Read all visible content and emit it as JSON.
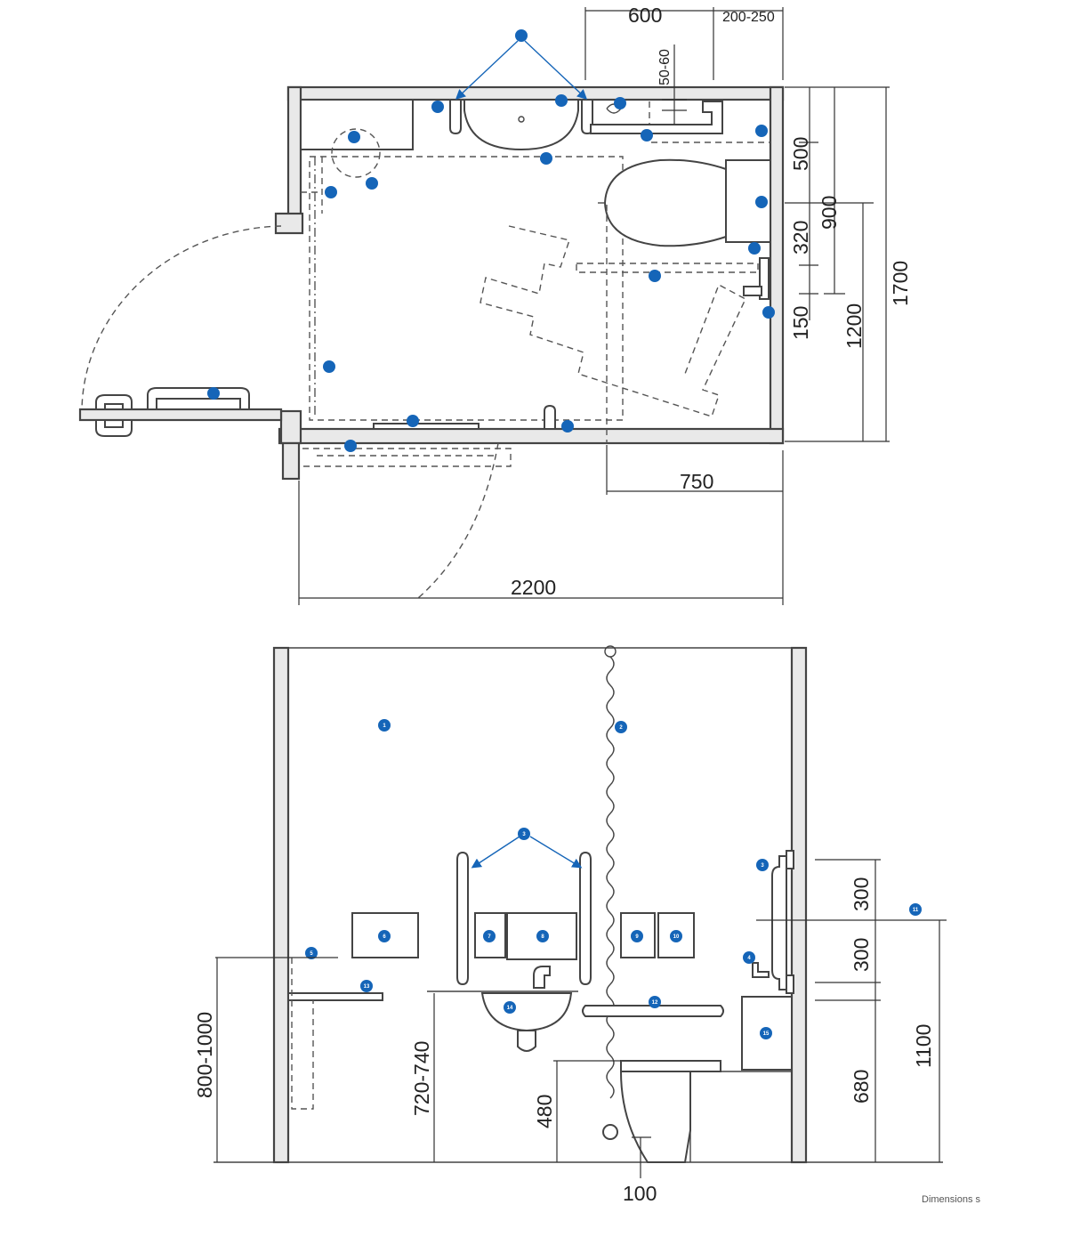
{
  "plan": {
    "dims": {
      "w600": "600",
      "w200_250": "200-250",
      "h50_60": "50-60",
      "v500": "500",
      "v320": "320",
      "v150": "150",
      "v900": "900",
      "v1200": "1200",
      "v1700": "1700",
      "w750": "750",
      "w2200": "2200"
    }
  },
  "elevation": {
    "dims": {
      "v300a": "300",
      "v300b": "300",
      "v680": "680",
      "v1100": "1100",
      "v800_1000": "800-1000",
      "v720_740": "720-740",
      "v480": "480",
      "w100": "100"
    },
    "markers": {
      "m1": "1",
      "m2": "2",
      "m3": "3",
      "m3b": "3",
      "m4": "4",
      "m5": "5",
      "m6": "6",
      "m7": "7",
      "m8": "8",
      "m9": "9",
      "m10": "10",
      "m11": "11",
      "m12": "12",
      "m13": "13",
      "m14": "14",
      "m15": "15"
    }
  },
  "footer": {
    "text": "Dimensions s"
  },
  "colors": {
    "marker": "#1565b8",
    "line": "#444444",
    "wall_fill": "#e9e9e9"
  }
}
